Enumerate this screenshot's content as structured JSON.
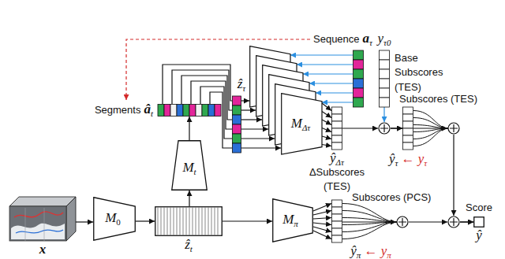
{
  "diagram": {
    "nodes": [
      {
        "text": [
          "x"
        ]
      },
      {
        "text": [
          "M",
          "0"
        ]
      },
      {
        "text": [
          "ẑ",
          "t"
        ]
      },
      {
        "text": [
          "M",
          "t"
        ]
      },
      {
        "text": [
          "Segments",
          "â",
          "t"
        ]
      },
      {
        "text": [
          "Sequence",
          "a",
          "τ"
        ]
      },
      {
        "text": [
          "ẑ",
          "τ"
        ]
      },
      {
        "text": [
          "M",
          "Δτ"
        ]
      },
      {
        "text": [
          "ŷ",
          "Δτ",
          "ΔSubscores (TES)"
        ]
      },
      {
        "text": [
          "y",
          "τ0",
          "Base Subscores (TES)"
        ]
      },
      {
        "text": [
          "Subscores (TES)",
          "ŷ",
          "τ",
          "← y",
          "τ"
        ]
      },
      {
        "text": [
          "Score",
          "ŷ"
        ]
      },
      {
        "text": [
          "M",
          "π"
        ]
      },
      {
        "text": [
          "Subscores (PCS)",
          "ŷ",
          "π",
          "← y",
          "π"
        ]
      }
    ],
    "edges": [
      {
        "from": 0,
        "to": 1,
        "arrow": "to"
      },
      {
        "from": 1,
        "to": 2,
        "arrow": "to"
      },
      {
        "from": 2,
        "to": 3,
        "arrow": "to"
      },
      {
        "from": 3,
        "to": 4,
        "arrow": "to"
      },
      {
        "from": 5,
        "to": 4,
        "arrow": "to"
      },
      {
        "from": 4,
        "to": 6,
        "arrow": "none"
      },
      {
        "from": 6,
        "to": 7,
        "arrow": "to"
      },
      {
        "from": 5,
        "to": 7,
        "arrow": "to"
      },
      {
        "from": 7,
        "to": 8,
        "arrow": "to"
      },
      {
        "from": 8,
        "to": 10,
        "arrow": "to"
      },
      {
        "from": 9,
        "to": 10,
        "arrow": "to"
      },
      {
        "from": 10,
        "to": 11,
        "arrow": "to"
      },
      {
        "from": 2,
        "to": 12,
        "arrow": "to"
      },
      {
        "from": 12,
        "to": 13,
        "arrow": "to"
      },
      {
        "from": 13,
        "to": 11,
        "arrow": "to"
      }
    ]
  }
}
